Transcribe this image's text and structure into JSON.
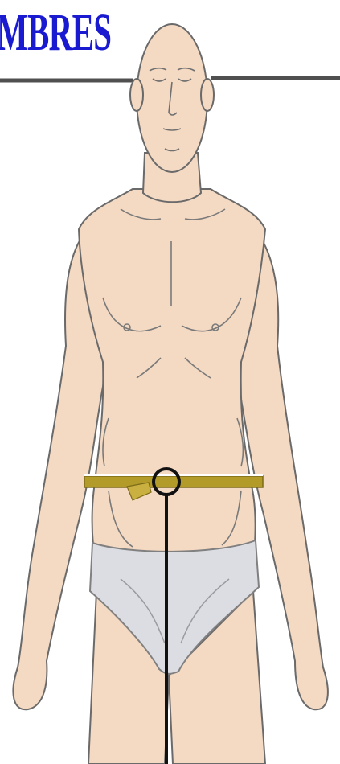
{
  "heading": {
    "text": "MBRES",
    "color": "#1a1ad0"
  },
  "figure": {
    "skin_color": "#f4d9c3",
    "outline_color": "#5a5a5a",
    "underwear_color": "#dcdde3",
    "tape_color": "#b39b2a"
  },
  "measure": {
    "marker": "circle-marker",
    "line": "vertical-indicator"
  }
}
